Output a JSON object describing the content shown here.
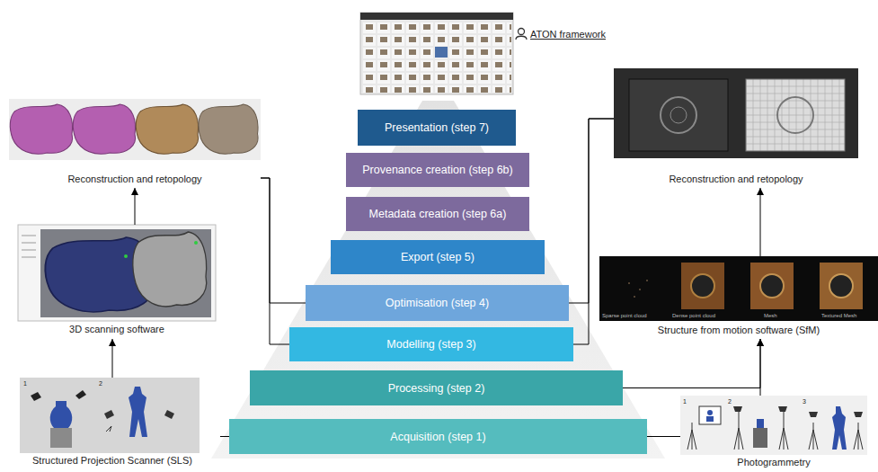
{
  "diagram": {
    "nodes": [
      {
        "text": [
          "ATON framework"
        ]
      },
      {
        "text": [
          "Presentation (step 7)"
        ]
      },
      {
        "text": [
          "Provenance creation (step 6b)"
        ]
      },
      {
        "text": [
          "Metadata creation (step 6a)"
        ]
      },
      {
        "text": [
          "Export (step 5)"
        ]
      },
      {
        "text": [
          "Optimisation (step 4)"
        ]
      },
      {
        "text": [
          "Modelling (step 3)"
        ]
      },
      {
        "text": [
          "Processing (step 2)"
        ]
      },
      {
        "text": [
          "Acquisition (step 1)"
        ]
      },
      {
        "text": [
          "Reconstruction and retopology"
        ]
      },
      {
        "text": [
          "3D scanning software"
        ]
      },
      {
        "text": [
          "Structured Projection Scanner (SLS)"
        ]
      },
      {
        "text": [
          "Reconstruction and retopology"
        ]
      },
      {
        "text": [
          "Structure from motion software (SfM)"
        ]
      },
      {
        "text": [
          "Photogrammetry"
        ]
      }
    ],
    "edges": [
      {
        "from": 11,
        "to": 8,
        "arrow": "none"
      },
      {
        "from": 11,
        "to": 10,
        "arrow": "to"
      },
      {
        "from": 10,
        "to": 9,
        "arrow": "to"
      },
      {
        "from": 9,
        "to": 5,
        "arrow": "none"
      },
      {
        "from": 9,
        "to": 6,
        "arrow": "none"
      },
      {
        "from": 8,
        "to": 14,
        "arrow": "none"
      },
      {
        "from": 14,
        "to": 13,
        "arrow": "to"
      },
      {
        "from": 7,
        "to": 13,
        "arrow": "to"
      },
      {
        "from": 13,
        "to": 12,
        "arrow": "to"
      },
      {
        "from": 12,
        "to": 5,
        "arrow": "none"
      },
      {
        "from": 12,
        "to": 6,
        "arrow": "none"
      }
    ],
    "labels": [
      "1",
      "2",
      "Sparse point cloud",
      "Dense point cloud",
      "Mesh",
      "Textured Mesh",
      "1",
      "2",
      "3"
    ]
  }
}
